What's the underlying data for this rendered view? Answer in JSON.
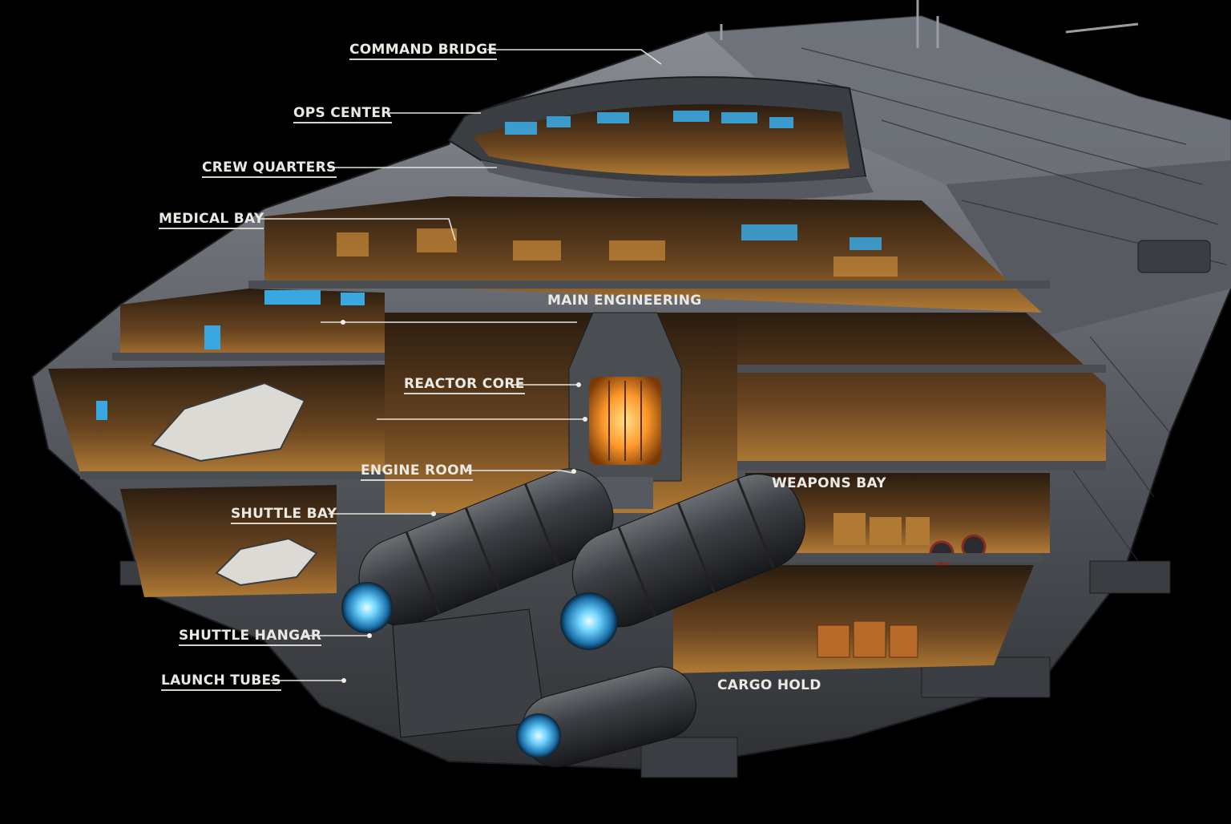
{
  "labels": {
    "command_bridge": "COMMAND BRIDGE",
    "ops_center": "OPS CENTER",
    "crew_quarters": "CREW QUARTERS",
    "medical_bay": "MEDICAL BAY",
    "main_engineering": "MAIN ENGINEERING",
    "reactor_core": "REACTOR CORE",
    "engine_room": "ENGINE ROOM",
    "weapons_bay": "WEAPONS BAY",
    "shuttle_bay": "SHUTTLE BAY",
    "shuttle_hangar": "SHUTTLE HANGAR",
    "launch_tubes": "LAUNCH TUBES",
    "cargo_hold": "CARGO HOLD"
  },
  "colors": {
    "background": "#000000",
    "hull": "#4a4d52",
    "hull_light": "#7b7f85",
    "interior_warm": "#c98a3a",
    "reactor_glow": "#ff9a2a",
    "engine_glow": "#4fc3ff",
    "screen_blue": "#3aa8e0",
    "label_text": "#ece9e2"
  }
}
